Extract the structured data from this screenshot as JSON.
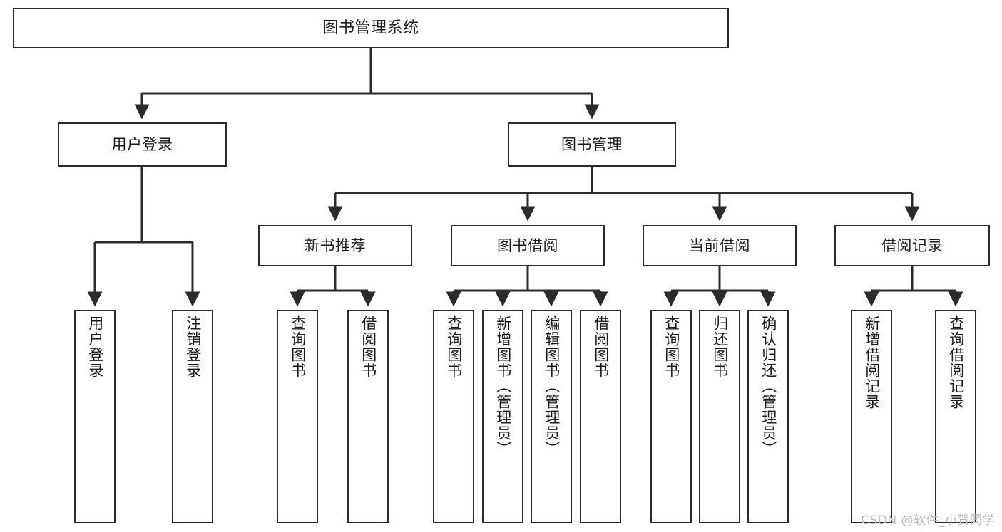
{
  "diagram": {
    "title": "图书管理系统",
    "type": "tree-hierarchy",
    "watermark": "CSDN @软件_小贺同学",
    "colors": {
      "stroke": "#2b2b2b",
      "fill": "#ffffff",
      "text": "#1a1a1a",
      "watermark": "#b9b9b9"
    },
    "levels": {
      "root": "图书管理系统",
      "branches": [
        "用户登录",
        "图书管理"
      ],
      "sub_branches": [
        "新书推荐",
        "图书借阅",
        "当前借阅",
        "借阅记录"
      ]
    },
    "nodes": {
      "root": {
        "label": "图书管理系统"
      },
      "user_login": {
        "label": "用户登录"
      },
      "book_manage": {
        "label": "图书管理"
      },
      "new_book_rec": {
        "label": "新书推荐"
      },
      "book_borrow": {
        "label": "图书借阅"
      },
      "current_borrow": {
        "label": "当前借阅"
      },
      "borrow_record": {
        "label": "借阅记录"
      },
      "leaf_user_login": {
        "label": "用户登录"
      },
      "leaf_logout": {
        "label": "注销登录"
      },
      "leaf_query_book_1": {
        "label": "查询图书"
      },
      "leaf_borrow_book_1": {
        "label": "借阅图书"
      },
      "leaf_query_book_2": {
        "label": "查询图书"
      },
      "leaf_add_book": {
        "label": "新增图书（管理员）"
      },
      "leaf_edit_book": {
        "label": "编辑图书（管理员）"
      },
      "leaf_borrow_book_2": {
        "label": "借阅图书"
      },
      "leaf_query_book_3": {
        "label": "查询图书"
      },
      "leaf_return_book": {
        "label": "归还图书"
      },
      "leaf_confirm_return": {
        "label": "确认归还（管理员）"
      },
      "leaf_add_record": {
        "label": "新增借阅记录"
      },
      "leaf_query_record": {
        "label": "查询借阅记录"
      }
    }
  }
}
